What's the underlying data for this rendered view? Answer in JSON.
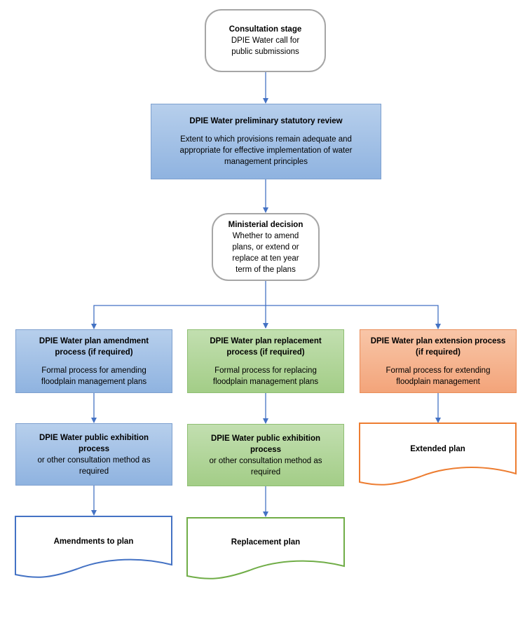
{
  "consultation": {
    "title": "Consultation stage",
    "lines": [
      "DPIE Water call for",
      "public submissions"
    ]
  },
  "review": {
    "title": "DPIE Water preliminary statutory review",
    "lines": [
      "Extent to which provisions remain adequate and",
      "appropriate for effective implementation of water",
      "management principles"
    ]
  },
  "decision": {
    "title": "Ministerial decision",
    "lines": [
      "Whether to amend",
      "plans, or extend or",
      "replace at ten year",
      "term of the plans"
    ]
  },
  "amendment": {
    "title_lines": [
      "DPIE Water plan amendment",
      "process (if required)"
    ],
    "lines": [
      "Formal process for amending",
      "floodplain management plans"
    ]
  },
  "replacement": {
    "title_lines": [
      "DPIE Water plan replacement",
      "process (if required)"
    ],
    "lines": [
      "Formal process for replacing",
      "floodplain management plans"
    ]
  },
  "extension": {
    "title_lines": [
      "DPIE Water plan extension process",
      "(if required)"
    ],
    "lines": [
      "Formal process for extending",
      "floodplain management"
    ]
  },
  "exhibition_left": {
    "title_lines": [
      "DPIE Water public exhibition",
      "process"
    ],
    "lines": [
      "or other consultation method as",
      "required"
    ]
  },
  "exhibition_mid": {
    "title_lines": [
      "DPIE Water public exhibition",
      "process"
    ],
    "lines": [
      "or other consultation method as",
      "required"
    ]
  },
  "doc_extended": "Extended plan",
  "doc_amendments": "Amendments to plan",
  "doc_replacement": "Replacement plan",
  "colors": {
    "arrow": "#4472c4",
    "doc_blue": "#4472c4",
    "doc_green": "#70ad47",
    "doc_orange": "#ed7d31",
    "outline_grey": "#a6a6a6"
  }
}
